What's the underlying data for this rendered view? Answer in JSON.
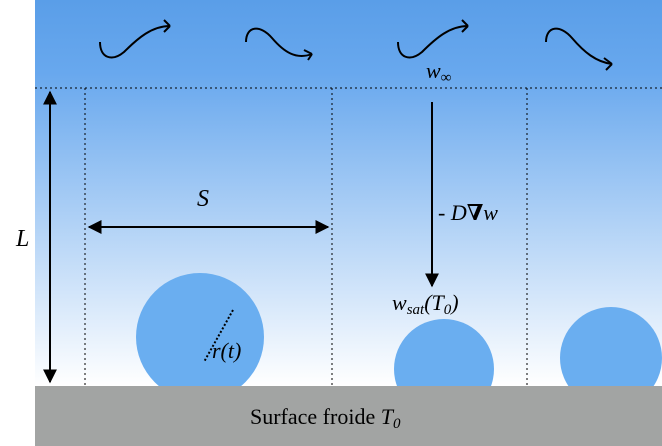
{
  "diagram": {
    "labels": {
      "length": "L",
      "spacing": "S",
      "ambient_concentration_base": "w",
      "ambient_concentration_sub": "∞",
      "flux_prefix": "- D",
      "flux_operator": "∇",
      "flux_variable": "w",
      "saturation_base": "w",
      "saturation_sub": "sat",
      "saturation_open": "(T",
      "saturation_temp_sub": "0",
      "saturation_close": ")",
      "droplet_radius": "r(t)",
      "surface_text": "Surface froide ",
      "surface_temp_base": "T",
      "surface_temp_sub": "0"
    },
    "colors": {
      "air_top": "#5a9ee8",
      "air_bottom": "#ffffff",
      "droplet": "#6aaef0",
      "surface": "#a2a4a3",
      "ink": "#000000"
    },
    "icons": {
      "flow": "wavy-arrow-icon"
    }
  }
}
